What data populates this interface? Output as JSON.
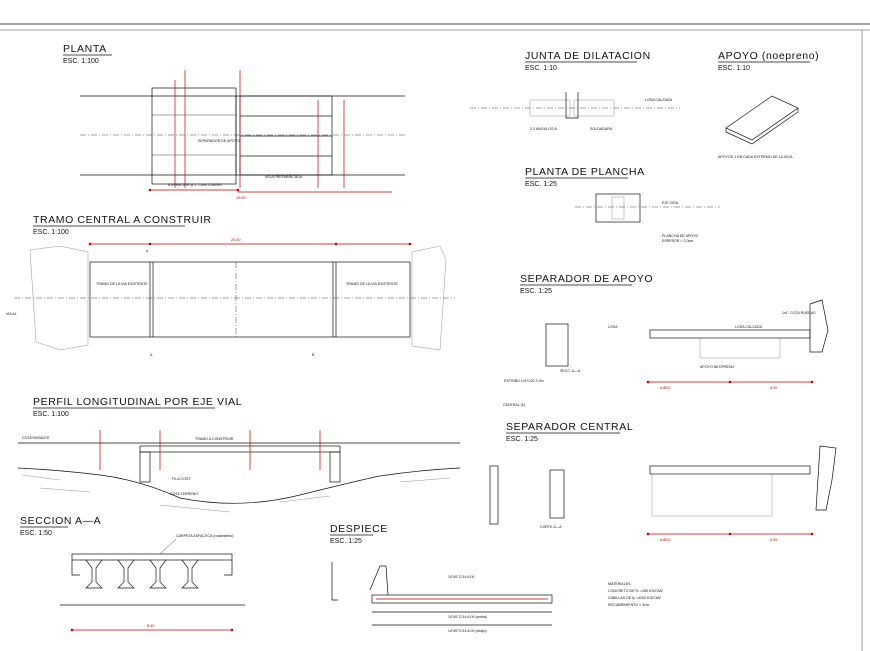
{
  "views": {
    "planta": {
      "title": "PLANTA",
      "scale": "ESC. 1:100"
    },
    "tramo": {
      "title": "TRAMO CENTRAL A CONSTRUIR",
      "scale": "ESC. 1:100"
    },
    "perfil": {
      "title": "PERFIL LONGITUDINAL POR EJE VIAL",
      "scale": "ESC. 1:100"
    },
    "seccion": {
      "title": "SECCION A—A",
      "scale": "ESC. 1:50"
    },
    "despiece": {
      "title": "DESPIECE",
      "scale": "ESC. 1:25"
    },
    "junta": {
      "title": "JUNTA DE DILATACION",
      "scale": "ESC. 1:10"
    },
    "apoyo": {
      "title": "APOYO (noepreno)",
      "scale": "ESC. 1:10"
    },
    "plancha": {
      "title": "PLANTA DE PLANCHA",
      "scale": "ESC. 1:25"
    },
    "sep_apoyo": {
      "title": "SEPARADOR DE APOYO",
      "scale": "ESC. 1:25"
    },
    "sep_central": {
      "title": "SEPARADOR CENTRAL",
      "scale": "ESC. 1:25"
    }
  },
  "labels": {
    "central_mark": "CENTRAL (¢)",
    "losa_calzada": "LOSA CALZADA",
    "losa": "LOSA",
    "apoyos_note": "APOYOS 1 EN CADA EXTREMO DE LA VIGA",
    "eje_viga": "EJE VIGA",
    "plancha_apoyo": "PLANCHA DE APOYO",
    "espesor": "ESPESOR = 2.0cm",
    "secc_a": "SECC. A—A",
    "corte_a": "CORTE A—A",
    "carpeta": "CARPETA ASFALTICA (rodamiento)",
    "apoyo_neopreno": "APOYO NEOPRENO",
    "soldadura": "SOLDADURA",
    "angulos": "2-2 ANGULOS 8",
    "cota_rasante": "COTA RASANTE",
    "tramo_construir": "TRAMO A CONSTRUIR",
    "cota_terreno": "COTA TERRENO",
    "fila_cost": "FILA COST.",
    "estribo": "ESTRIBO 1/4\"C/20 3.3m",
    "cota_ruedas": "1x1\" COTA RUEDAS",
    "sec_a_label": "A",
    "sec_b_label": "B",
    "planta_dim": "8 ESPACIOS @ 1' C/4m C/DERS",
    "planta_total": "10.00",
    "tramo_total": "20.00",
    "sec_total": "8.40",
    "desp_dim1": "14°#5°C/14.6.00 (arriba)",
    "desp_dim2": "14°#5°C/14.6.00 (abajo)",
    "desp_top": "14°#5°C/14.6.00",
    "sep_apoyo_dim": "5.85/2",
    "sep_apoyo_dim2": "5.00",
    "sep_central_dim": "5.85/2",
    "sep_central_dim2": "5.00"
  },
  "materials": {
    "title": "MATERIALES",
    "lines": [
      "CONCRETO DE f'c =280 KG/CM2",
      "CABILLAS DE fy =4200 KG/CM2",
      "RECUBRIMIENTO = 3cm."
    ]
  }
}
